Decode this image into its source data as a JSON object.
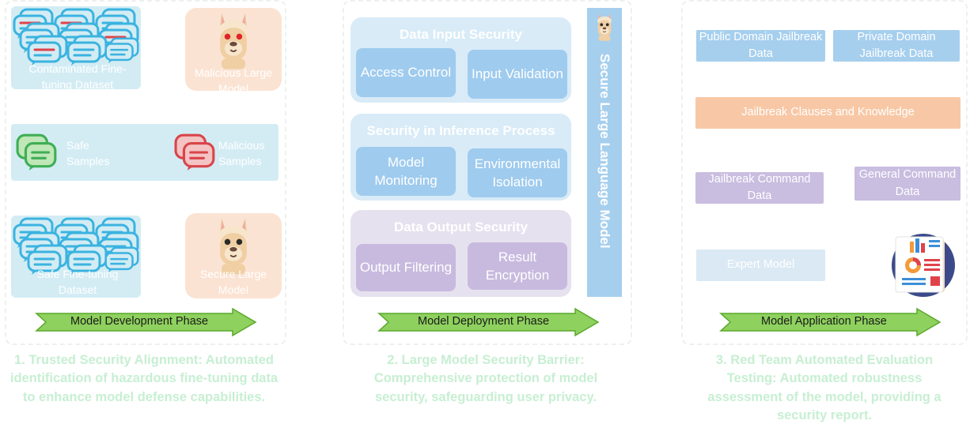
{
  "colors": {
    "panel_border": "#eef0f0",
    "caption": "#c7efd2",
    "light_blue": "#d3ecf4",
    "peach": "#fbe3d3",
    "arrow_fill": "#8ed15e",
    "arrow_stroke": "#5aa82a",
    "sec_blue_group": "#d8ebf7",
    "sec_blue_item": "#9fcbee",
    "sec_purple_group": "#e6e1ef",
    "sec_purple_item": "#c8badf",
    "rt_blue": "#a6cfee",
    "rt_orange": "#f8c8a6",
    "rt_purple": "#c9bde0",
    "rt_light": "#dae9f4"
  },
  "alignment": {
    "contaminated_label": "Contaminated Fine-tuning Dataset",
    "malicious_model_label": "Malicious Large Model",
    "safe_samples_label": "Safe Samples",
    "malicious_samples_label": "Malicious Samples",
    "safe_dataset_label": "Safe Fine-tuning Dataset",
    "secure_model_label": "Secure Large Model",
    "phase": "Model Development Phase",
    "caption": "1. Trusted Security Alignment: Automated identification of hazardous fine-tuning data to enhance model defense capabilities.",
    "icons": [
      "chat-bubbles-icon",
      "llama-icon",
      "safe-chat-icon",
      "malicious-chat-icon"
    ]
  },
  "barrier": {
    "input_title": "Data Input Security",
    "access_control": "Access Control",
    "input_validation": "Input Validation",
    "inference_title": "Security in Inference Process",
    "model_monitoring": "Model Monitoring",
    "environmental_isolation": "Environmental Isolation",
    "output_title": "Data Output Security",
    "output_filtering": "Output Filtering",
    "result_encryption": "Result Encryption",
    "vertical_label": "Secure Large Language Model",
    "phase": "Model Deployment Phase",
    "caption": "2. Large Model Security Barrier: Comprehensive protection of model security, safeguarding user privacy."
  },
  "redteam": {
    "public_domain": "Public Domain Jailbreak Data",
    "private_domain": "Private Domain Jailbreak Data",
    "clauses": "Jailbreak Clauses and Knowledge",
    "jailbreak_command": "Jailbreak Command Data",
    "general_command": "General Command Data",
    "expert_model": "Expert Model",
    "phase": "Model Application Phase",
    "caption": "3. Red Team Automated Evaluation Testing: Automated robustness assessment of the model, providing a security report.",
    "icons": [
      "report-icon"
    ]
  }
}
